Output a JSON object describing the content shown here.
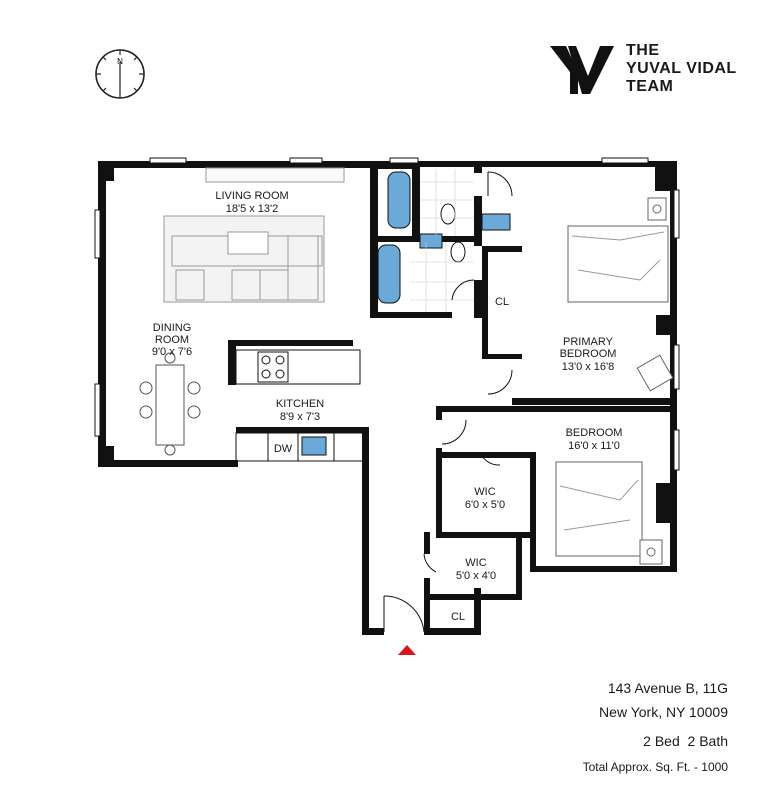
{
  "brand": {
    "logo_mark": "YV",
    "line1": "THE",
    "line2": "YUVAL VIDAL",
    "line3": "TEAM"
  },
  "compass": {
    "north_label": "N"
  },
  "rooms": {
    "living": {
      "name": "LIVING ROOM",
      "dims": "18'5 x 13'2"
    },
    "dining": {
      "name1": "DINING",
      "name2": "ROOM",
      "dims": "9'0 x 7'6"
    },
    "kitchen": {
      "name": "KITCHEN",
      "dims": "8'9 x 7'3"
    },
    "dw": "DW",
    "cl1": "CL",
    "primary": {
      "name1": "PRIMARY",
      "name2": "BEDROOM",
      "dims": "13'0 x 16'8"
    },
    "bedroom": {
      "name": "BEDROOM",
      "dims": "16'0 x 11'0"
    },
    "wic1": {
      "name": "WIC",
      "dims": "6'0 x 5'0"
    },
    "wic2": {
      "name": "WIC",
      "dims": "5'0 x 4'0"
    },
    "cl2": "CL"
  },
  "listing": {
    "address_line1": "143 Avenue B, 11G",
    "address_line2": "New York, NY 10009",
    "beds_baths": "2 Bed  2 Bath",
    "sqft": "Total Approx. Sq. Ft. - 1000"
  },
  "colors": {
    "wall": "#111111",
    "fixture": "#6aa9d8",
    "entry_marker": "#d9141e",
    "furniture": "#9a9a9a"
  }
}
